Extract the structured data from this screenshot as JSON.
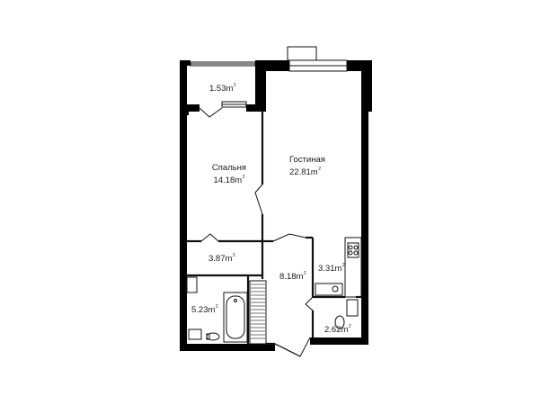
{
  "rooms": {
    "balcony": {
      "area": "1.53",
      "unit": "m",
      "power": "2"
    },
    "bedroom": {
      "name": "Спальня",
      "area": "14.18",
      "unit": "m",
      "power": "2"
    },
    "living": {
      "name": "Гостиная",
      "area": "22.81",
      "unit": "m",
      "power": "2"
    },
    "wardrobe": {
      "area": "3.87",
      "unit": "m",
      "power": "2"
    },
    "hall": {
      "area": "8.18",
      "unit": "m",
      "power": "2"
    },
    "kitchen": {
      "area": "3.31",
      "unit": "m",
      "power": "2"
    },
    "bathroom": {
      "area": "5.23",
      "unit": "m",
      "power": "2"
    },
    "toilet": {
      "area": "2.62",
      "unit": "m",
      "power": "2"
    }
  },
  "colors": {
    "wall": "#000000",
    "line": "#111111",
    "background": "#ffffff"
  }
}
